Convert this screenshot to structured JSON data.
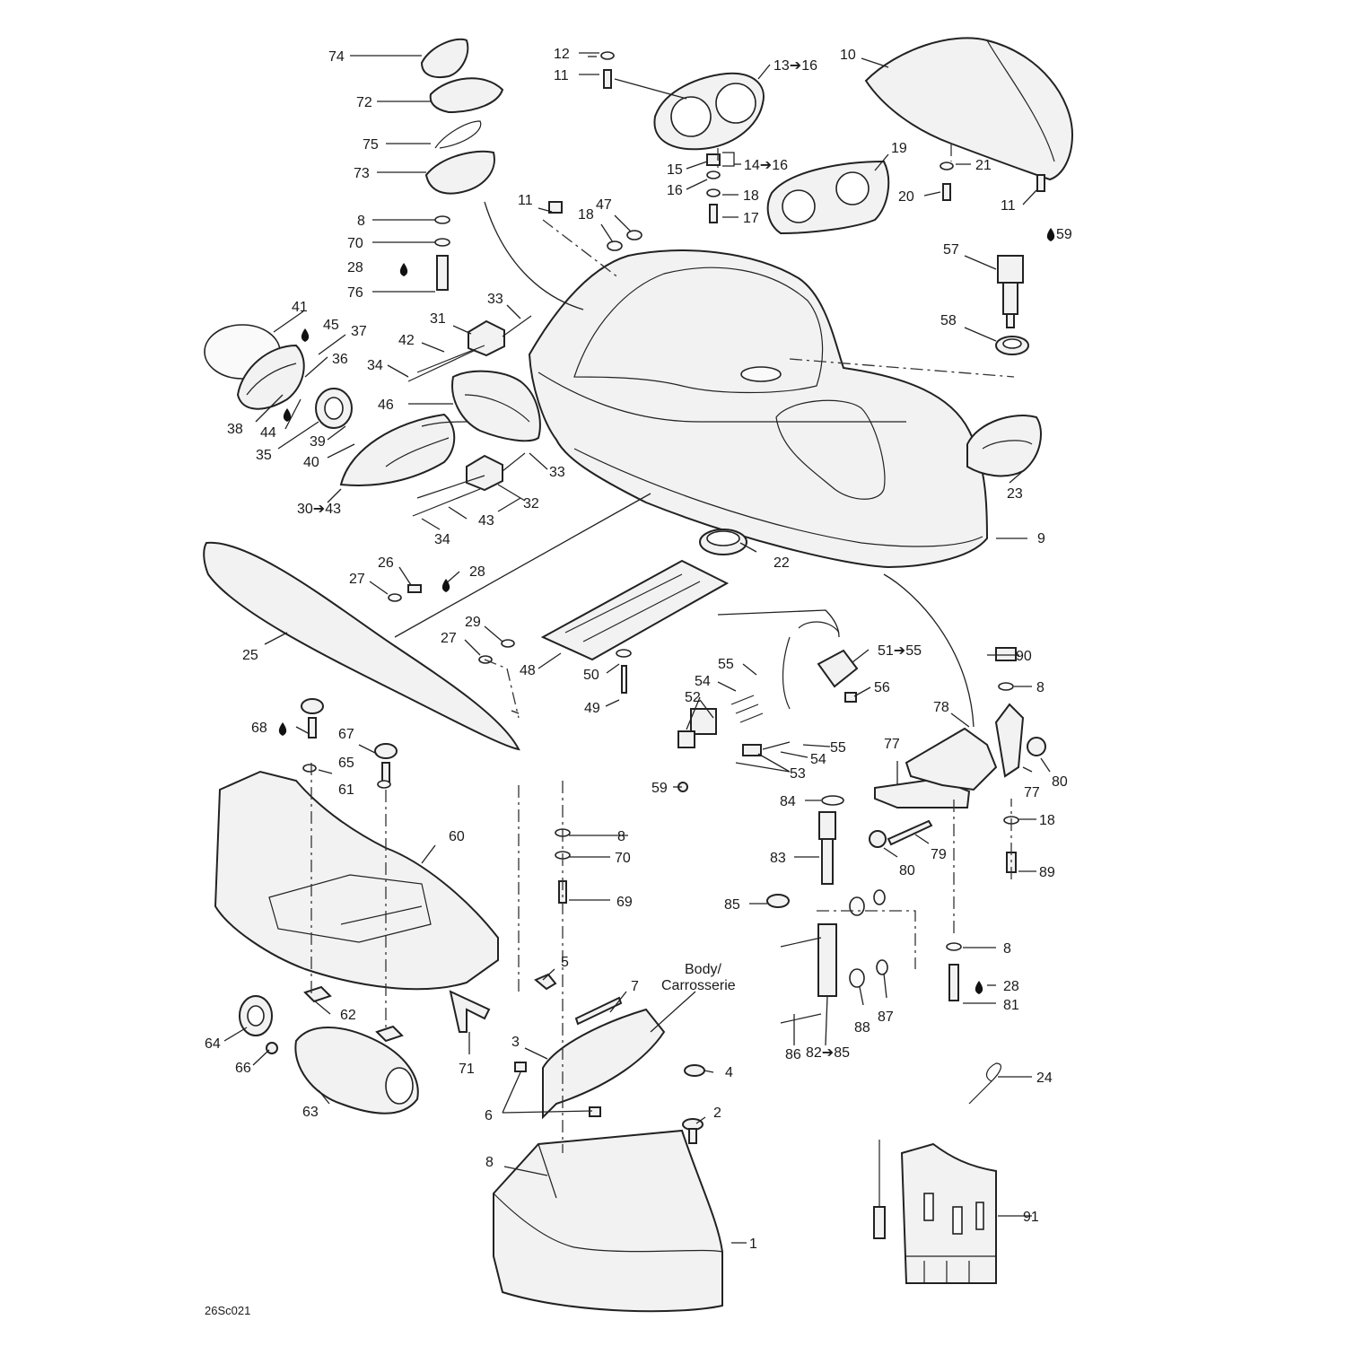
{
  "labels": {
    "l1": "1",
    "l2": "2",
    "l3": "3",
    "l4": "4",
    "l5": "5",
    "l6": "6",
    "l7": "7",
    "l8a": "8",
    "l8b": "8",
    "l8c": "8",
    "l8d": "8",
    "l8e": "8",
    "l9": "9",
    "l10": "10",
    "l11a": "11",
    "l11b": "11",
    "l11c": "11",
    "l12": "12",
    "l13": "13➔16",
    "l14": "14➔16",
    "l15": "15",
    "l16": "16",
    "l17": "17",
    "l18a": "18",
    "l18b": "18",
    "l18c": "18",
    "l19": "19",
    "l20": "20",
    "l21": "21",
    "l22": "22",
    "l23": "23",
    "l24": "24",
    "l25": "25",
    "l26": "26",
    "l27a": "27",
    "l27b": "27",
    "l28a": "28",
    "l28b": "28",
    "l28c": "28",
    "l29": "29",
    "l30": "30➔43",
    "l31": "31",
    "l32": "32",
    "l33a": "33",
    "l33b": "33",
    "l34a": "34",
    "l34b": "34",
    "l35": "35",
    "l36": "36",
    "l37": "37",
    "l38": "38",
    "l39": "39",
    "l40": "40",
    "l41": "41",
    "l42": "42",
    "l43": "43",
    "l44": "44",
    "l45": "45",
    "l46": "46",
    "l47": "47",
    "l48": "48",
    "l49": "49",
    "l50": "50",
    "l51": "51➔55",
    "l52": "52",
    "l53": "53",
    "l54a": "54",
    "l54b": "54",
    "l55a": "55",
    "l55b": "55",
    "l56": "56",
    "l57": "57",
    "l58": "58",
    "l59a": "59",
    "l59b": "59",
    "l60": "60",
    "l61": "61",
    "l62": "62",
    "l63": "63",
    "l64": "64",
    "l65": "65",
    "l66": "66",
    "l67": "67",
    "l68": "68",
    "l69": "69",
    "l70a": "70",
    "l70b": "70",
    "l71": "71",
    "l72": "72",
    "l73": "73",
    "l74": "74",
    "l75": "75",
    "l76": "76",
    "l77a": "77",
    "l77b": "77",
    "l78": "78",
    "l79": "79",
    "l80a": "80",
    "l80b": "80",
    "l81": "81",
    "l82": "82➔85",
    "l83": "83",
    "l84": "84",
    "l85": "85",
    "l86": "86",
    "l87": "87",
    "l88": "88",
    "l89": "89",
    "l90": "90",
    "l91": "91",
    "body_en": "Body/",
    "body_fr": "Carrosserie",
    "fig_code": "26Sc021"
  },
  "colors": {
    "line": "#222222",
    "fill": "#f2f2f2",
    "background": "#ffffff"
  }
}
